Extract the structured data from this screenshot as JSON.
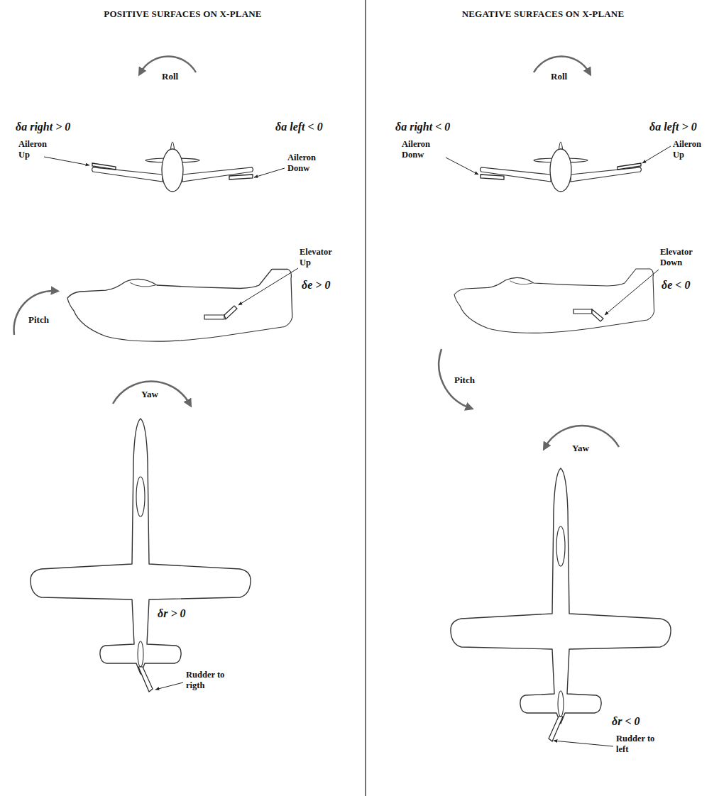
{
  "diagram": {
    "labels": [
      "POSITIVE SURFACES ON X-PLANE",
      "Roll",
      "δa right > 0",
      "Aileron Up",
      "δa left < 0",
      "Aileron Donw",
      "Pitch",
      "Elevator Up",
      "δe > 0",
      "Yaw",
      "δr > 0",
      "Rudder to rigth",
      "NEGATIVE SURFACES ON X-PLANE",
      "Roll",
      "δa right < 0",
      "Aileron Donw",
      "δa left > 0",
      "Aileron Up",
      "Elevator Down",
      "δe < 0",
      "Pitch",
      "Yaw",
      "δr < 0",
      "Rudder to left"
    ]
  }
}
